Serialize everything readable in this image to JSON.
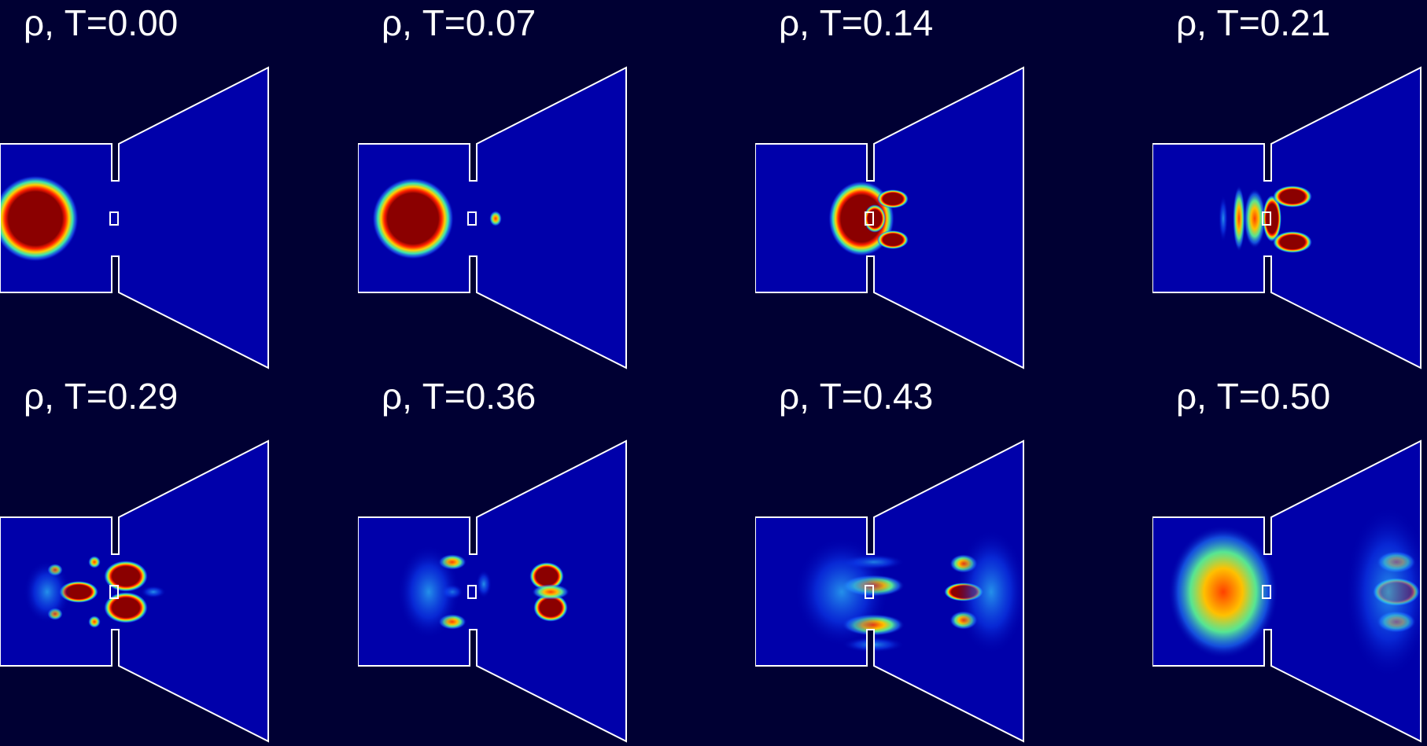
{
  "panels": [
    {
      "title": "ρ, T=0.00"
    },
    {
      "title": "ρ, T=0.07"
    },
    {
      "title": "ρ, T=0.14"
    },
    {
      "title": "ρ, T=0.21"
    },
    {
      "title": "ρ, T=0.29"
    },
    {
      "title": "ρ, T=0.36"
    },
    {
      "title": "ρ, T=0.43"
    },
    {
      "title": "ρ, T=0.50"
    }
  ],
  "colors": {
    "background": "#000033",
    "field_low": "#0000aa",
    "outline": "#ffffff",
    "hot": "#8b0000"
  }
}
